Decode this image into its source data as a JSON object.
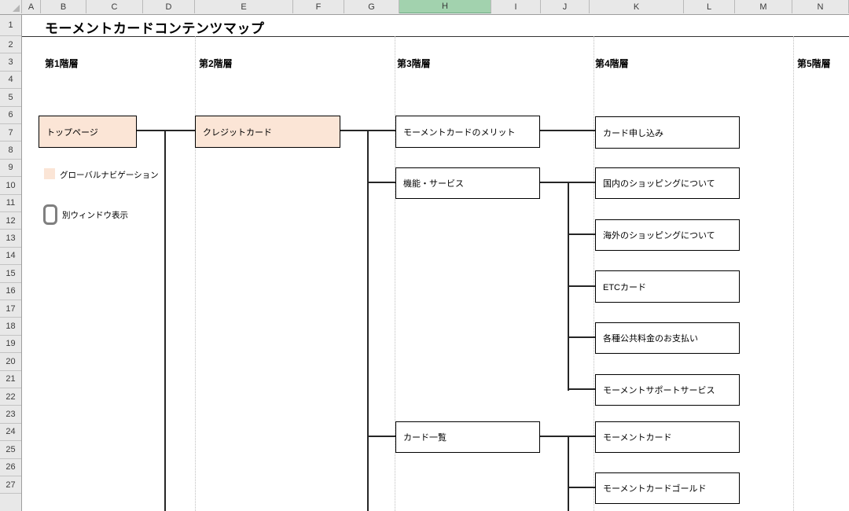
{
  "sheet": {
    "title": "モーメントカードコンテンツマップ",
    "column_headers": [
      "A",
      "B",
      "C",
      "D",
      "E",
      "F",
      "G",
      "H",
      "I",
      "J",
      "K",
      "L",
      "M",
      "N"
    ],
    "selected_column": "H",
    "row_count": 27
  },
  "levels": [
    "第1階層",
    "第2階層",
    "第3階層",
    "第4階層",
    "第5階層"
  ],
  "legend": [
    {
      "id": "global-nav",
      "label": "グローバルナビゲーション",
      "swatch_color": "#FBE5D6"
    },
    {
      "id": "new-window",
      "label": "別ウィンドウ表示",
      "icon": "window-icon"
    }
  ],
  "tree": {
    "nodes": [
      {
        "id": "top-page",
        "label": "トップページ",
        "level": 1,
        "style": "global-nav"
      },
      {
        "id": "credit-card",
        "label": "クレジットカード",
        "level": 2,
        "style": "global-nav"
      },
      {
        "id": "merit",
        "label": "モーメントカードのメリット",
        "level": 3,
        "style": "default"
      },
      {
        "id": "features-services",
        "label": "機能・サービス",
        "level": 3,
        "style": "default"
      },
      {
        "id": "card-list",
        "label": "カード一覧",
        "level": 3,
        "style": "default"
      },
      {
        "id": "card-apply",
        "label": "カード申し込み",
        "level": 4,
        "style": "default"
      },
      {
        "id": "domestic-shopping",
        "label": "国内のショッピングについて",
        "level": 4,
        "style": "default"
      },
      {
        "id": "overseas-shopping",
        "label": "海外のショッピングについて",
        "level": 4,
        "style": "default"
      },
      {
        "id": "etc-card",
        "label": "ETCカード",
        "level": 4,
        "style": "default"
      },
      {
        "id": "utility-payment",
        "label": "各種公共料金のお支払い",
        "level": 4,
        "style": "default"
      },
      {
        "id": "support-service",
        "label": "モーメントサポートサービス",
        "level": 4,
        "style": "default"
      },
      {
        "id": "moment-card",
        "label": "モーメントカード",
        "level": 4,
        "style": "default"
      },
      {
        "id": "moment-card-gold",
        "label": "モーメントカードゴールド",
        "level": 4,
        "style": "default"
      }
    ],
    "edges": [
      [
        "top-page",
        "credit-card"
      ],
      [
        "credit-card",
        "merit"
      ],
      [
        "credit-card",
        "features-services"
      ],
      [
        "credit-card",
        "card-list"
      ],
      [
        "merit",
        "card-apply"
      ],
      [
        "features-services",
        "domestic-shopping"
      ],
      [
        "features-services",
        "overseas-shopping"
      ],
      [
        "features-services",
        "etc-card"
      ],
      [
        "features-services",
        "utility-payment"
      ],
      [
        "features-services",
        "support-service"
      ],
      [
        "card-list",
        "moment-card"
      ],
      [
        "card-list",
        "moment-card-gold"
      ]
    ]
  },
  "colors": {
    "global_nav_fill": "#FBE5D6",
    "node_border": "#000000",
    "selected_column_fill": "#A2D2AE",
    "header_fill": "#E8E8E8",
    "connector": "#262626",
    "page_break_dotted": "#BFBFBF"
  }
}
